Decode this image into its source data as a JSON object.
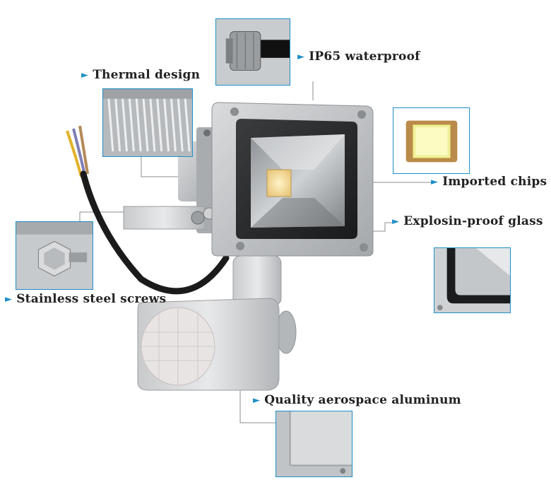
{
  "callouts": {
    "ip65": "IP65 waterproof",
    "thermal": "Thermal design",
    "chips": "Imported chips",
    "glass": "Explosin-proof glass",
    "screws": "Stainless steel screws",
    "aluminum": "Quality aerospace aluminum"
  },
  "icons": {
    "arrow": "blue-triangle-arrow-icon"
  },
  "colors": {
    "accent": "#1e8fc6",
    "housing": "#b9bcbf",
    "text": "#222222"
  }
}
